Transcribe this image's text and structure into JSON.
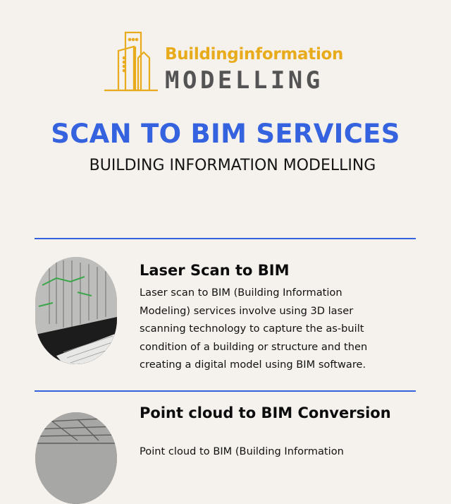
{
  "logo": {
    "icon": "building-skyline-icon",
    "line1": "Buildinginformation",
    "line2": "MODELLING",
    "colors": {
      "gold": "#e8ab1c",
      "gray": "#545454"
    }
  },
  "header": {
    "title": "SCAN TO BIM SERVICES",
    "subtitle": "BUILDING INFORMATION MODELLING"
  },
  "colors": {
    "background": "#f5f1ec",
    "accent": "#3563e0",
    "text": "#121212"
  },
  "sections": [
    {
      "title": "Laser Scan to BIM",
      "image": "laser-scan-building-model-image",
      "body_lines": [
        "Laser scan to BIM (Building Information",
        "Modeling) services involve using 3D laser",
        "scanning technology to capture the as-built",
        "condition of a building or structure and then",
        "creating a digital model using BIM software."
      ]
    },
    {
      "title": "Point cloud to BIM Conversion",
      "image": "point-cloud-interior-image",
      "body_lines": [
        "Point cloud to BIM (Building Information"
      ]
    }
  ]
}
